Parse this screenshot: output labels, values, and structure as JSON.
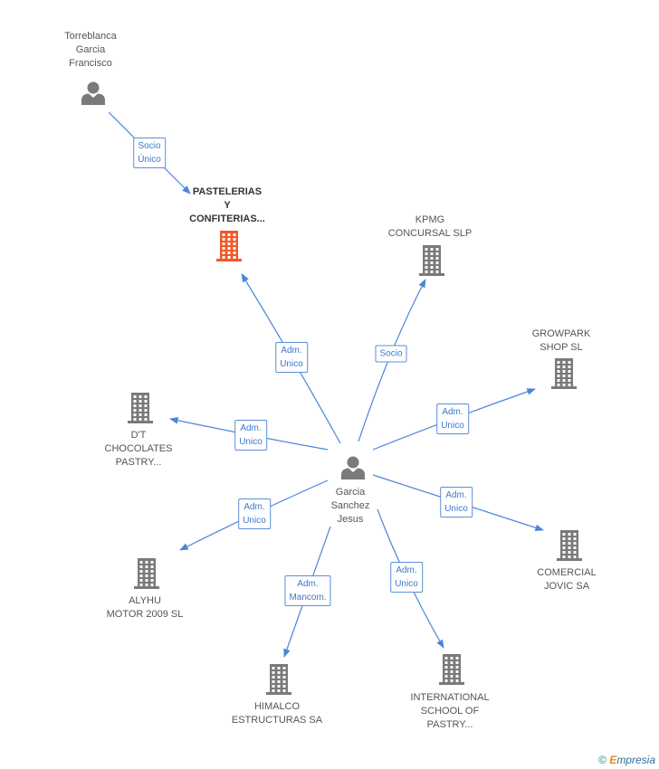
{
  "nodes": [
    {
      "id": "torreblanca",
      "type": "person",
      "label": "Torreblanca\nGarcia\nFrancisco"
    },
    {
      "id": "pastelerias",
      "type": "company",
      "highlight": true,
      "label": "PASTELERIAS\nY\nCONFITERIAS..."
    },
    {
      "id": "kpmg",
      "type": "company",
      "label": "KPMG\nCONCURSAL SLP"
    },
    {
      "id": "growpark",
      "type": "company",
      "label": "GROWPARK\nSHOP SL"
    },
    {
      "id": "dt",
      "type": "company",
      "label": "D'T\nCHOCOLATES\nPASTRY..."
    },
    {
      "id": "garcia",
      "type": "person",
      "label": "Garcia\nSanchez\nJesus"
    },
    {
      "id": "comercial",
      "type": "company",
      "label": "COMERCIAL\nJOVIC SA"
    },
    {
      "id": "alyhu",
      "type": "company",
      "label": "ALYHU\nMOTOR 2009 SL"
    },
    {
      "id": "himalco",
      "type": "company",
      "label": "HIMALCO\nESTRUCTURAS SA"
    },
    {
      "id": "international",
      "type": "company",
      "label": "INTERNATIONAL\nSCHOOL OF\nPASTRY..."
    }
  ],
  "edges": [
    {
      "from": "torreblanca",
      "to": "pastelerias",
      "label": "Socio\nÚnico"
    },
    {
      "from": "garcia",
      "to": "pastelerias",
      "label": "Adm.\nUnico"
    },
    {
      "from": "garcia",
      "to": "kpmg",
      "label": "Socio"
    },
    {
      "from": "garcia",
      "to": "growpark",
      "label": "Adm.\nUnico"
    },
    {
      "from": "garcia",
      "to": "dt",
      "label": "Adm.\nUnico"
    },
    {
      "from": "garcia",
      "to": "comercial",
      "label": "Adm.\nUnico"
    },
    {
      "from": "garcia",
      "to": "alyhu",
      "label": "Adm.\nUnico"
    },
    {
      "from": "garcia",
      "to": "himalco",
      "label": "Adm.\nMancom."
    },
    {
      "from": "garcia",
      "to": "international",
      "label": "Adm.\nUnico"
    }
  ],
  "colors": {
    "edge": "#4a86d8",
    "icon": "#7a7a7a",
    "highlight": "#f05a28"
  },
  "footer": {
    "copyright": "©",
    "brand_e": "E",
    "brand_rest": "mpresia"
  }
}
